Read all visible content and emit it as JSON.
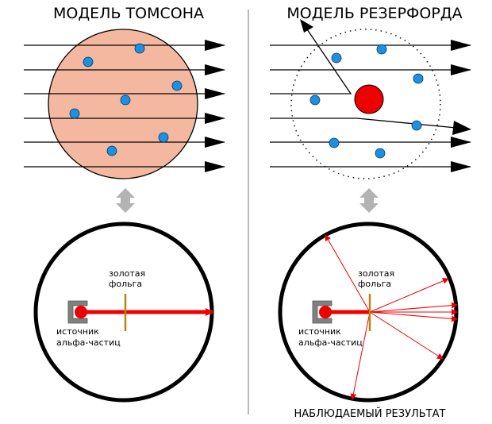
{
  "left_panel": {
    "title": "МОДЕЛЬ ТОМСОНА",
    "foil_label_line1": "золотая",
    "foil_label_line2": "фольга",
    "source_label_line1": "источник",
    "source_label_line2": "альфа-частиц"
  },
  "right_panel": {
    "title": "МОДЕЛЬ РЕЗЕРФОРДА",
    "foil_label_line1": "золотая",
    "foil_label_line2": "фольга",
    "source_label_line1": "источник",
    "source_label_line2": "альфа-частиц",
    "caption": "НАБЛЮДАЕМЫЙ РЕЗУЛЬТАТ"
  },
  "colors": {
    "pudding_fill": "#f4b8a0",
    "electron": "#1e90e0",
    "nucleus": "#ee0000",
    "alpha_beam": "#ee0000",
    "foil": "#b8860b",
    "source_housing": "#808080",
    "divider": "#bbbbbb",
    "double_arrow": "#b3b3b3"
  }
}
